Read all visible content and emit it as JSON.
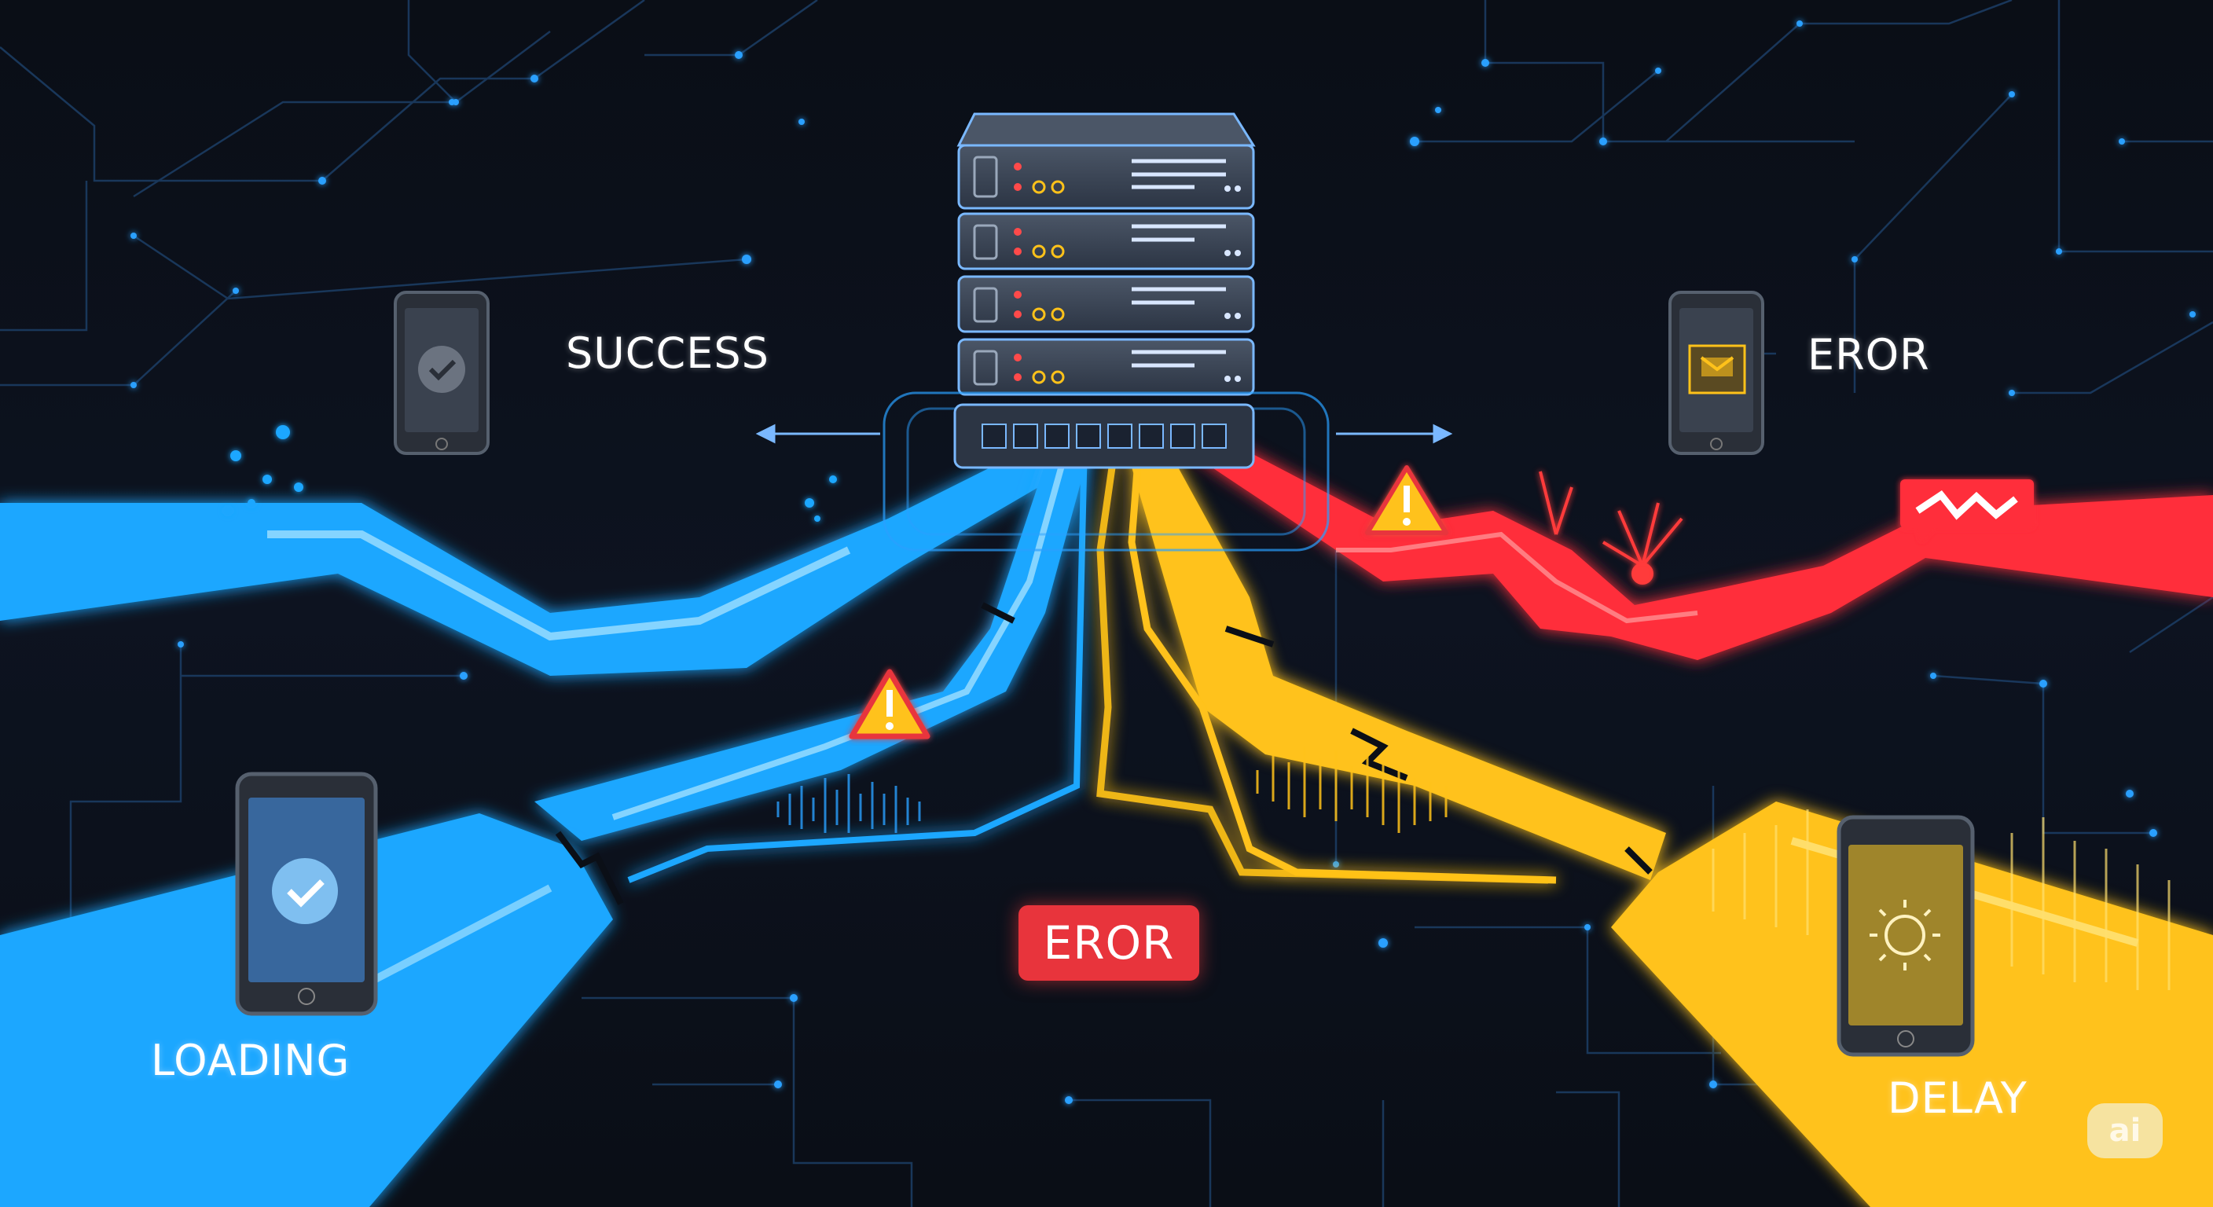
{
  "labels": {
    "success": "SUCCESS",
    "error_right": "EROR",
    "error_center": "EROR",
    "loading": "LOADING",
    "delay": "DELAY"
  },
  "watermark": {
    "text": "ai"
  },
  "icons": {
    "phone_top_left": "check-circle-icon",
    "phone_bottom_left": "check-circle-icon",
    "phone_top_right": "envelope-icon",
    "phone_bottom_right": "sun-icon",
    "alerts": [
      "warning-triangle-icon",
      "warning-triangle-icon"
    ],
    "server": "server-rack-icon",
    "switch": "network-switch-icon"
  },
  "colors": {
    "background": "#0b0f17",
    "success_blue": "#1ea7ff",
    "error_red": "#ff2f3a",
    "delay_yellow": "#ffc21a",
    "circuit": "#1c4a78",
    "node": "#2aa0ff",
    "server_panel": "#3b4657"
  }
}
